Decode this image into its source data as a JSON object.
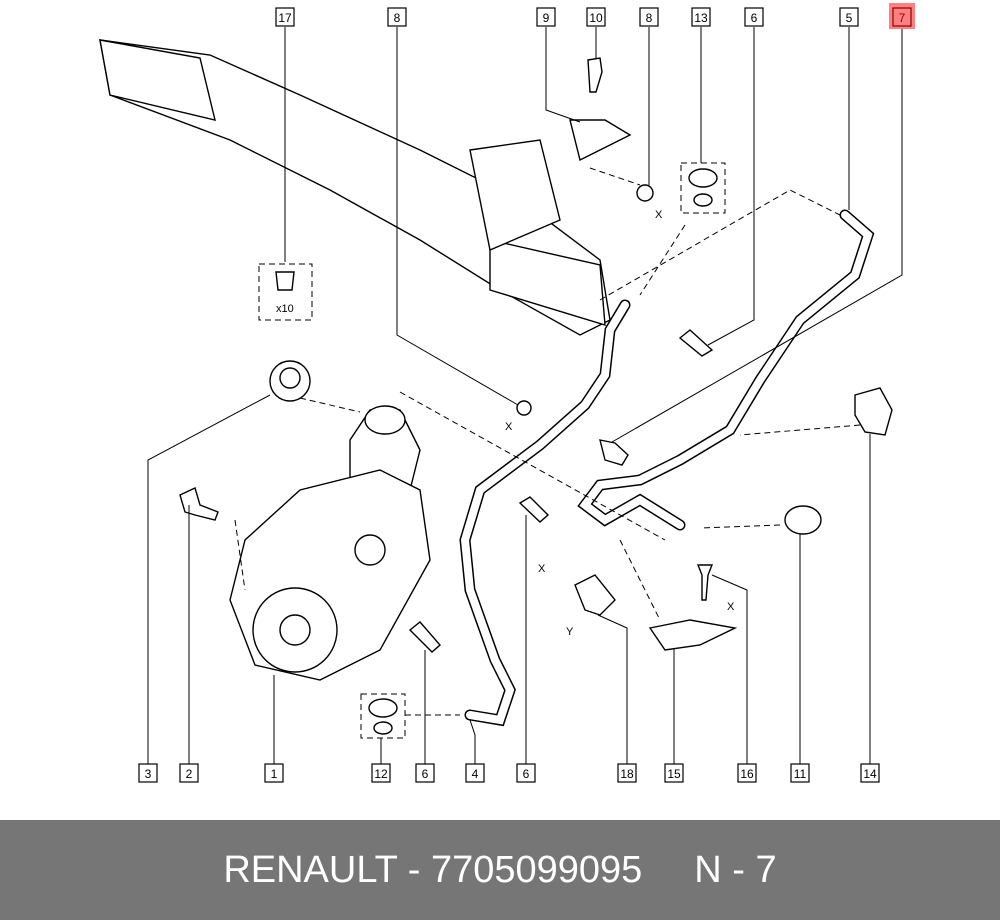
{
  "diagram": {
    "top_callouts": [
      "17",
      "8",
      "9",
      "10",
      "8",
      "13",
      "6",
      "5",
      "7"
    ],
    "bottom_callouts": [
      "3",
      "2",
      "1",
      "12",
      "6",
      "4",
      "6",
      "18",
      "15",
      "16",
      "11",
      "14"
    ],
    "highlighted_callout": "7",
    "highlight_color": "#ff8080",
    "annotations": {
      "qty": "x10",
      "axis_x": "X",
      "axis_y": "Y"
    }
  },
  "footer": {
    "part_ref": "RENAULT - 7705099095",
    "position_ref": "N - 7",
    "background": "#767676"
  }
}
